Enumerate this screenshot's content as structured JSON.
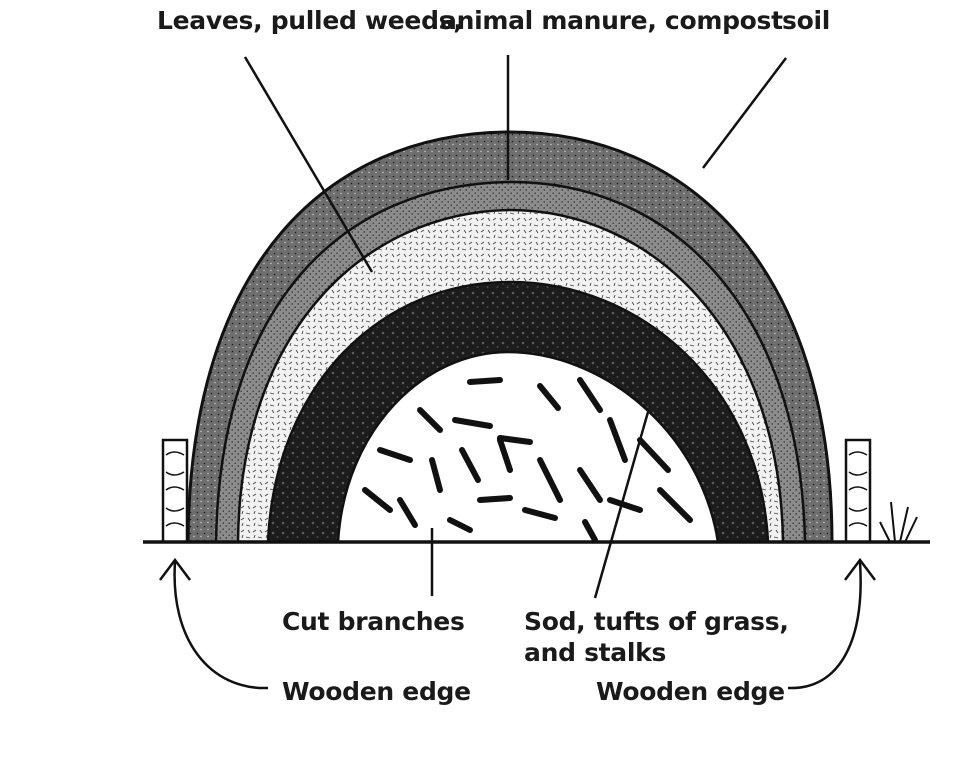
{
  "labels": {
    "leaves": "Leaves, pulled weeds,",
    "manure": "animal manure, compost",
    "soil": "soil",
    "branches": "Cut branches",
    "sod": "Sod, tufts of grass, and stalks",
    "edge_left": "Wooden edge",
    "edge_right": "Wooden edge"
  },
  "colors": {
    "soil_layer": "#6e6e6e",
    "manure_layer": "#8c8c8c",
    "leaves_layer": "#ececec",
    "sod_layer": "#1e1e1e",
    "branches_layer": "#ffffff",
    "ink": "#111111"
  }
}
